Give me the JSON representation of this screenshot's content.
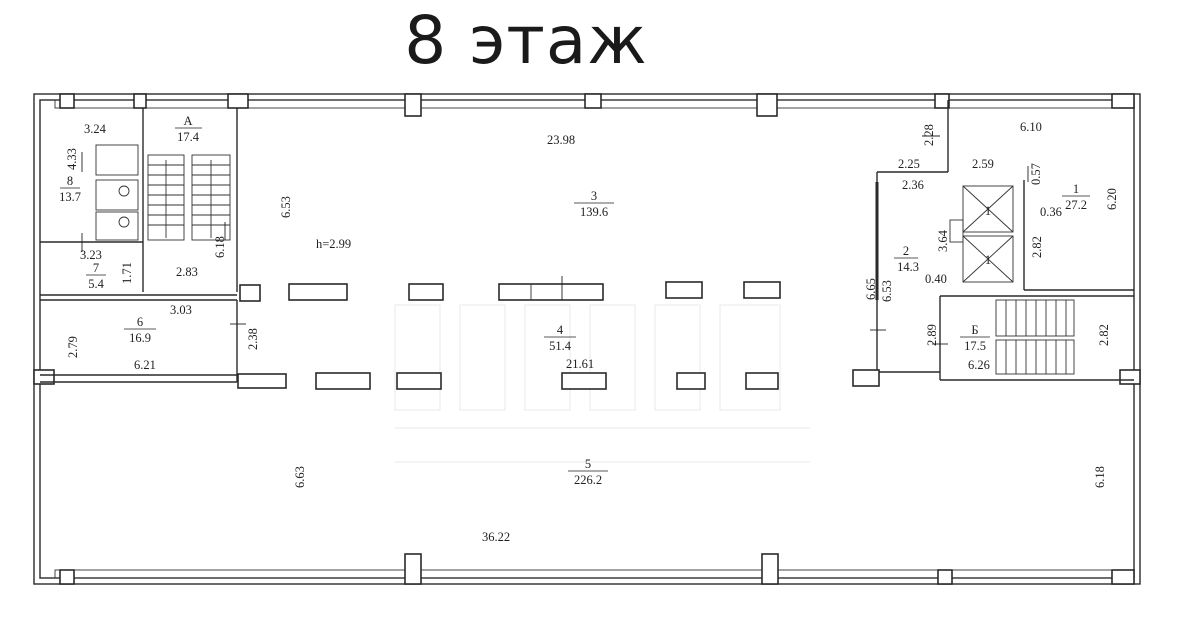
{
  "title": "8 этаж",
  "height_label": "h=2.99",
  "rooms": [
    {
      "id": "r8",
      "number": "8",
      "area": "13.7"
    },
    {
      "id": "rA",
      "number": "A",
      "area": "17.4"
    },
    {
      "id": "r7",
      "number": "7",
      "area": "5.4"
    },
    {
      "id": "r6",
      "number": "6",
      "area": "16.9"
    },
    {
      "id": "r3",
      "number": "3",
      "area": "139.6"
    },
    {
      "id": "r4",
      "number": "4",
      "area": "51.4"
    },
    {
      "id": "r5",
      "number": "5",
      "area": "226.2"
    },
    {
      "id": "r2",
      "number": "2",
      "area": "14.3"
    },
    {
      "id": "r1",
      "number": "1",
      "area": "27.2"
    },
    {
      "id": "rB",
      "number": "Б",
      "area": "17.5"
    }
  ],
  "dimensions": [
    "3.24",
    "4.33",
    "3.23",
    "1.71",
    "2.83",
    "6.18",
    "3.03",
    "2.38",
    "2.79",
    "6.21",
    "6.53",
    "23.98",
    "21.61",
    "6.63",
    "36.22",
    "2.28",
    "2.25",
    "2.59",
    "0.57",
    "2.36",
    "6.10",
    "0.36",
    "6.20",
    "3.64",
    "2.82",
    "0.40",
    "6.65",
    "6.53",
    "2.89",
    "2.82",
    "6.26",
    "6.18"
  ],
  "elevator_labels": [
    "1",
    "1"
  ]
}
